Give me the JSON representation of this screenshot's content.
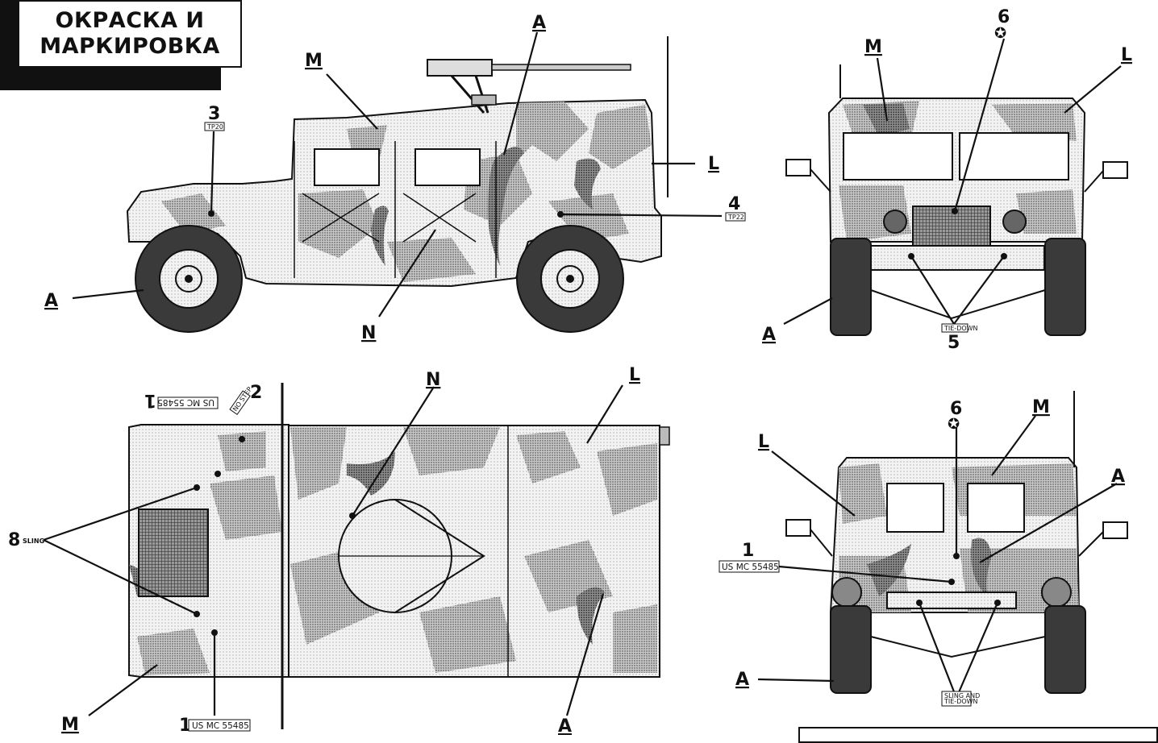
{
  "header": {
    "title_line1": "ОКРАСКА И",
    "title_line2": "МАРКИРОВКА"
  },
  "colors": {
    "ink": "#111111",
    "camo_light": "#f1f1f1",
    "camo_mid": "#c9c9c9",
    "camo_dark": "#8a8a8a",
    "camo_black": "#3a3a3a"
  },
  "labels": {
    "A": "A",
    "L": "L",
    "M": "M",
    "N": "N"
  },
  "markings": {
    "m1": "1",
    "m2": "2",
    "m3": "3",
    "m4": "4",
    "m5": "5",
    "m6": "6",
    "m8": "8",
    "usmc": "US MC 55485",
    "tp20": "TP20",
    "tp22": "TP22",
    "tiedown": "TIE-DOWN",
    "nostep": "NO STEP",
    "sling": "SLING",
    "sling_tiedown_1": "SLING AND",
    "sling_tiedown_2": "TIE-DOWN"
  }
}
